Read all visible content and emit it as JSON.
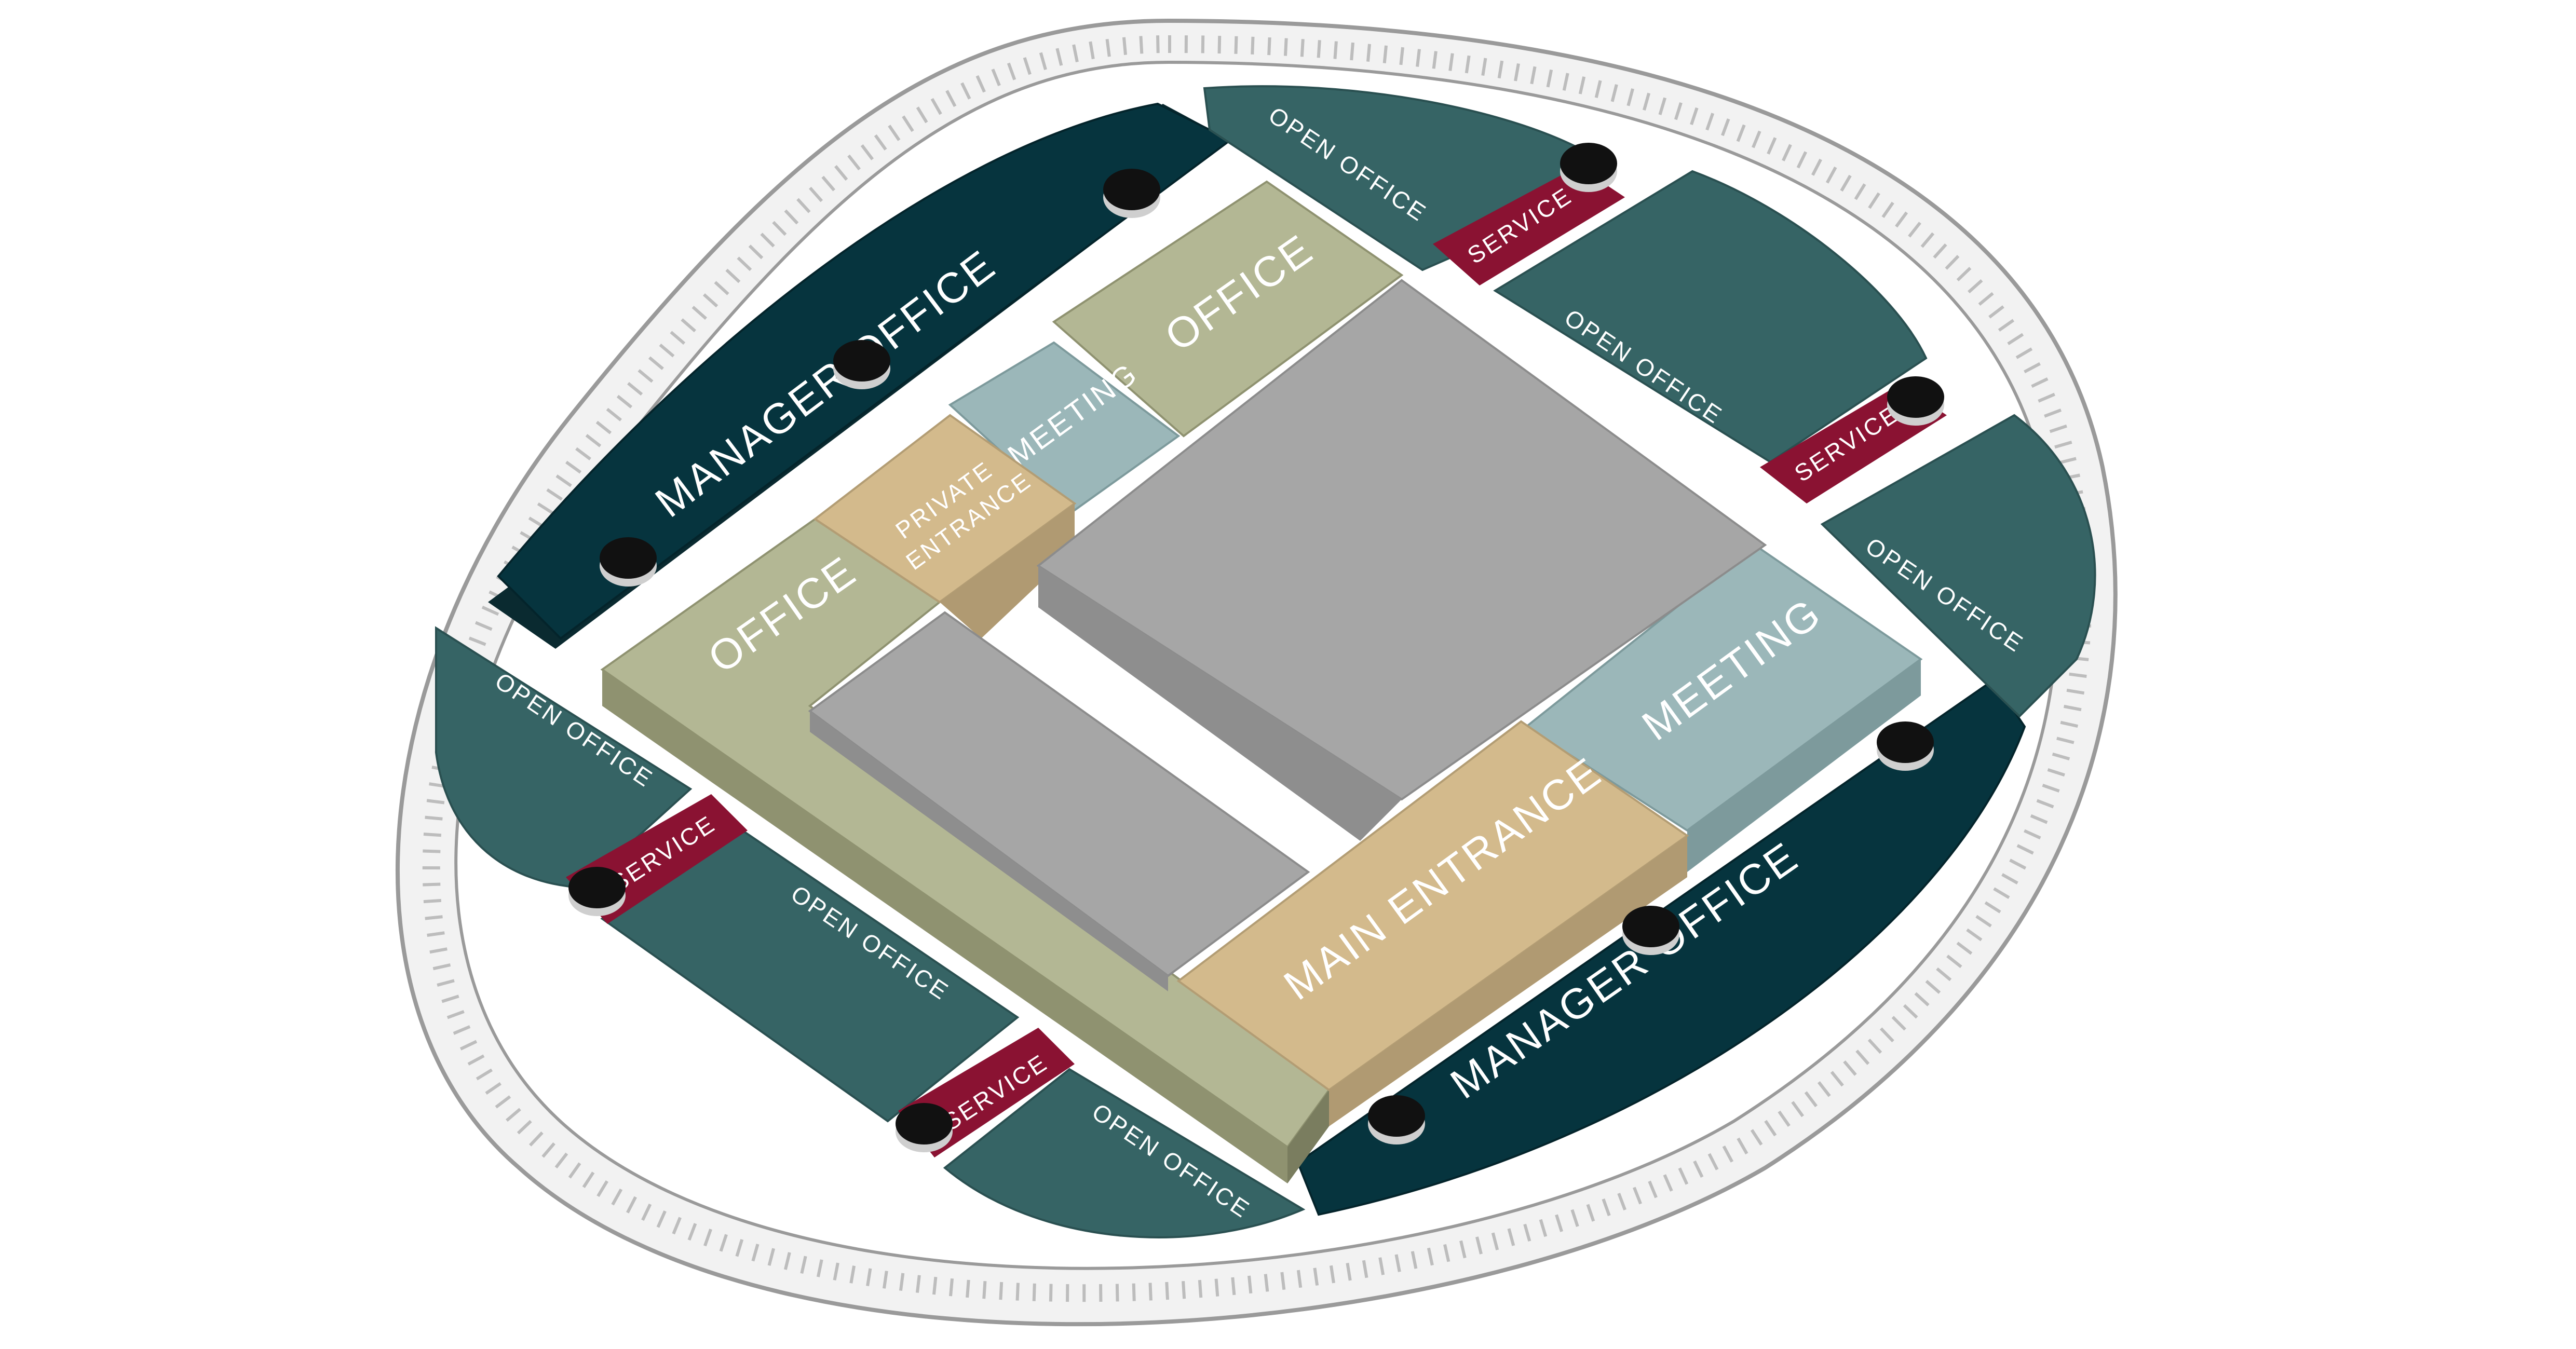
{
  "colors": {
    "manager": "#06343e",
    "open_office": "#366465",
    "service": "#8a1232",
    "office": "#b3b794",
    "meeting": "#9bb7b9",
    "entrance": "#d3ba8c",
    "core": "#a6a6a6",
    "column": "#111111",
    "rail": "#e8e8e8"
  },
  "labels": {
    "manager_office_nw": "MANAGER      OFFICE",
    "manager_office_se": "MANAGER      OFFICE",
    "office_north": "OFFICE",
    "office_west": "OFFICE",
    "meeting_north": "MEETING",
    "meeting_east": "MEETING",
    "private_entrance_1": "PRIVATE",
    "private_entrance_2": "ENTRANCE",
    "main_entrance": "MAIN  ENTRANCE",
    "open_office_1": "OPEN OFFICE",
    "open_office_2": "OPEN OFFICE",
    "open_office_3": "OPEN OFFICE",
    "open_office_4": "OPEN OFFICE",
    "open_office_5": "OPEN OFFICE",
    "open_office_6": "OPEN OFFICE",
    "service_1": "SERVICE",
    "service_2": "SERVICE",
    "service_3": "SERVICE",
    "service_4": "SERVICE"
  }
}
